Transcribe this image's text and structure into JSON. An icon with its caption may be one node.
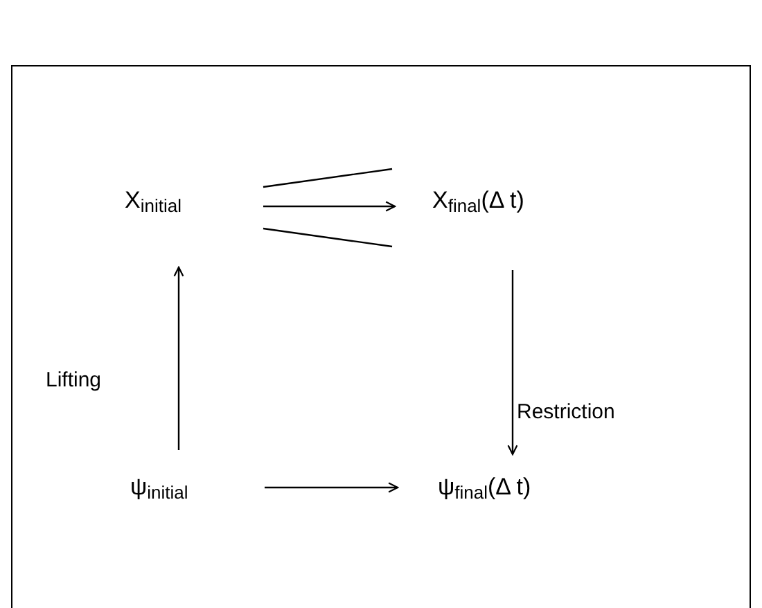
{
  "diagram": {
    "nodes": [
      {
        "text": [
          "X$_{initial}$"
        ]
      },
      {
        "text": [
          "X$_{final}$(Δ t)"
        ]
      },
      {
        "text": [
          "ψ$_{initial}$"
        ]
      },
      {
        "text": [
          "ψ$_{final}$(Δ t)"
        ]
      }
    ],
    "edges": [
      {
        "from": 0,
        "to": 1,
        "arrow": "none"
      },
      {
        "from": 0,
        "to": 1,
        "arrow": "to"
      },
      {
        "from": 0,
        "to": 1,
        "arrow": "none"
      },
      {
        "from": 2,
        "to": 0,
        "arrow": "to",
        "label": "Lifting"
      },
      {
        "from": 1,
        "to": 3,
        "arrow": "to",
        "label": "Restriction"
      },
      {
        "from": 2,
        "to": 3,
        "arrow": "to"
      }
    ]
  }
}
